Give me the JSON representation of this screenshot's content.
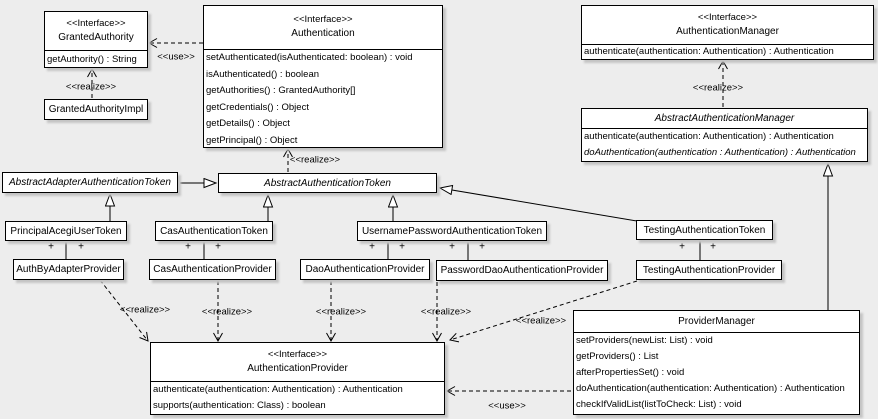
{
  "diagram": {
    "background": "#ededed",
    "box_fill": "#ffffff",
    "line_color": "#000000",
    "labels": {
      "use": "<<use>>",
      "realize": "<<realize>>",
      "plus": "+"
    },
    "classes": {
      "granted_authority": {
        "stereotype": "<<Interface>>",
        "name": "GrantedAuthority",
        "methods": [
          "getAuthority() : String"
        ]
      },
      "granted_authority_impl": {
        "name": "GrantedAuthorityImpl"
      },
      "authentication": {
        "stereotype": "<<Interface>>",
        "name": "Authentication",
        "methods": [
          "setAuthenticated(isAuthenticated: boolean) : void",
          "isAuthenticated() : boolean",
          "getAuthorities() : GrantedAuthority[]",
          "getCredentials() : Object",
          "getDetails() : Object",
          "getPrincipal() : Object"
        ]
      },
      "authentication_manager": {
        "stereotype": "<<Interface>>",
        "name": "AuthenticationManager",
        "methods": [
          "authenticate(authentication: Authentication) : Authentication"
        ]
      },
      "abstract_authentication_manager": {
        "name": "AbstractAuthenticationManager",
        "methods": [
          "authenticate(authentication: Authentication) : Authentication",
          "doAuthentication(authentication : Authentication) : Authentication"
        ]
      },
      "abstract_adapter_authentication_token": {
        "name": "AbstractAdapterAuthenticationToken"
      },
      "abstract_authentication_token": {
        "name": "AbstractAuthenticationToken"
      },
      "principal_acegi_user_token": {
        "name": "PrincipalAcegiUserToken"
      },
      "cas_authentication_token": {
        "name": "CasAuthenticationToken"
      },
      "username_password_authentication_token": {
        "name": "UsernamePasswordAuthenticationToken"
      },
      "testing_authentication_token": {
        "name": "TestingAuthenticationToken"
      },
      "auth_by_adapter_provider": {
        "name": "AuthByAdapterProvider"
      },
      "cas_authentication_provider": {
        "name": "CasAuthenticationProvider"
      },
      "dao_authentication_provider": {
        "name": "DaoAuthenticationProvider"
      },
      "password_dao_authentication_provider": {
        "name": "PasswordDaoAuthenticationProvider"
      },
      "testing_authentication_provider": {
        "name": "TestingAuthenticationProvider"
      },
      "authentication_provider": {
        "stereotype": "<<Interface>>",
        "name": "AuthenticationProvider",
        "methods": [
          "authenticate(authentication: Authentication) : Authentication",
          "supports(authentication: Class) : boolean"
        ]
      },
      "provider_manager": {
        "name": "ProviderManager",
        "methods": [
          "setProviders(newList: List) : void",
          "getProviders() : List",
          "afterPropertiesSet() : void",
          "doAuthentication(authentication: Authentication) : Authentication",
          "checkIfValidList(listToCheck: List) : void"
        ]
      }
    }
  }
}
